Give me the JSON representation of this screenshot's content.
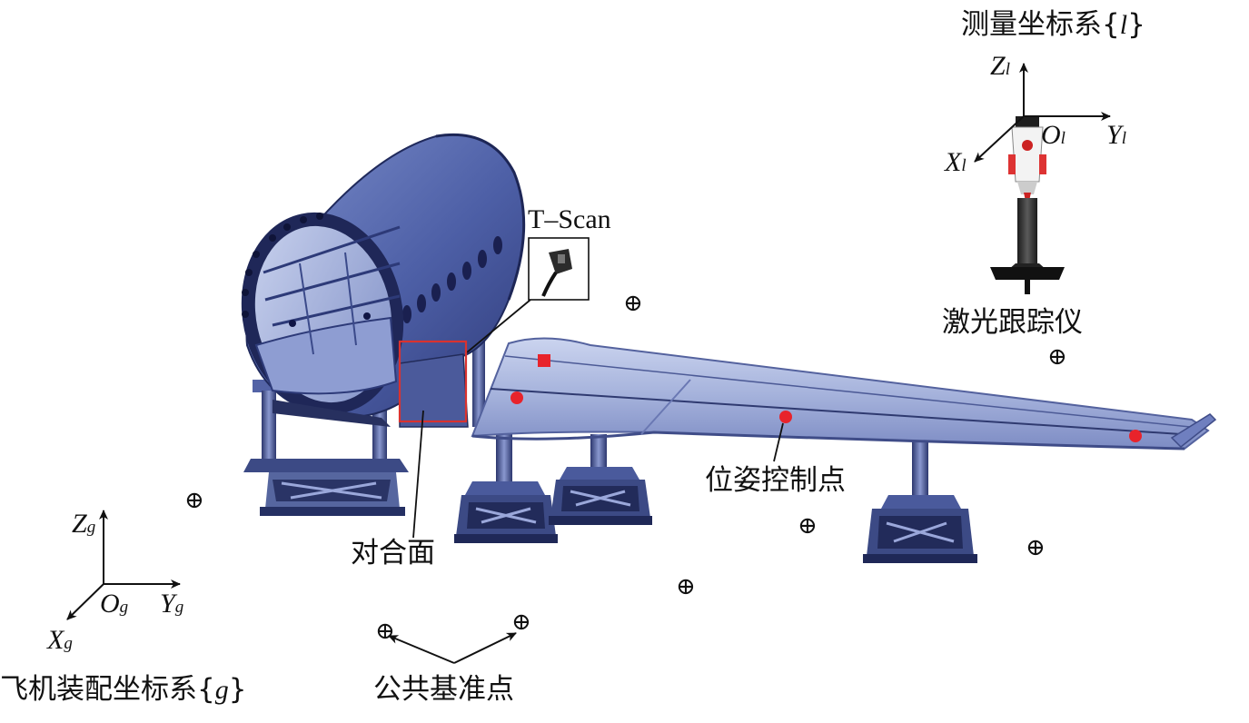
{
  "labels": {
    "t_scan": "T–Scan",
    "mating_surface": "对合面",
    "pose_control_points": "位姿控制点",
    "common_reference_points": "公共基准点",
    "laser_tracker": "激光跟踪仪"
  },
  "measurement_frame": {
    "title_text": "测量坐标系{",
    "title_var": "l",
    "title_close": "}",
    "z": "Z",
    "y": "Y",
    "o": "O",
    "x": "X",
    "sub": "l"
  },
  "assembly_frame": {
    "title_text": "飞机装配坐标系{",
    "title_var": "g",
    "title_close": "}",
    "z": "Z",
    "y": "Y",
    "o": "O",
    "x": "X",
    "sub": "g"
  },
  "symbols": {
    "reference_point": "⊕"
  },
  "colors": {
    "fuselage": "#5a6fb4",
    "fuselage_dark": "#2d3a78",
    "wing": "#a9b6de",
    "wing_edge": "#54629e",
    "fixture": "#3c4a85",
    "control_point": "#e8232b",
    "highlight_box": "#d9322f"
  }
}
